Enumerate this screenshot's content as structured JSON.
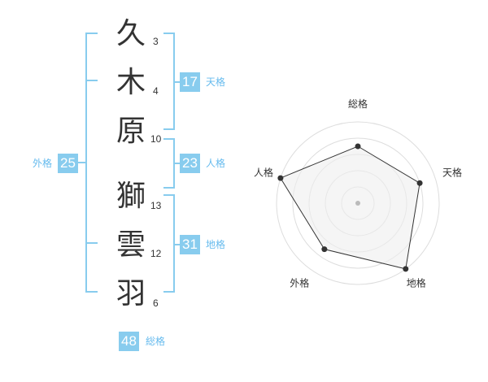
{
  "name": {
    "chars": [
      {
        "char": "久",
        "strokes": "3"
      },
      {
        "char": "木",
        "strokes": "4"
      },
      {
        "char": "原",
        "strokes": "10"
      },
      {
        "char": "獅",
        "strokes": "13"
      },
      {
        "char": "雲",
        "strokes": "12"
      },
      {
        "char": "羽",
        "strokes": "6"
      }
    ]
  },
  "fortunes": {
    "tenkaku": {
      "value": "17",
      "label": "天格"
    },
    "jinkaku": {
      "value": "23",
      "label": "人格"
    },
    "chikaku": {
      "value": "31",
      "label": "地格"
    },
    "gaikaku": {
      "value": "25",
      "label": "外格"
    },
    "soukaku": {
      "value": "48",
      "label": "総格"
    }
  },
  "colors": {
    "bracket": "#88ccee",
    "badge_bg": "#88ccee",
    "label_text": "#66bbee",
    "radar_stroke": "#333333",
    "radar_fill": "#eeeeee",
    "grid": "#dddddd"
  },
  "chart_data": {
    "type": "radar",
    "axes": [
      "総格",
      "天格",
      "地格",
      "外格",
      "人格"
    ],
    "values": [
      0.7,
      0.8,
      1.0,
      0.7,
      1.0
    ],
    "max": 1.0,
    "grid_rings": 5
  }
}
